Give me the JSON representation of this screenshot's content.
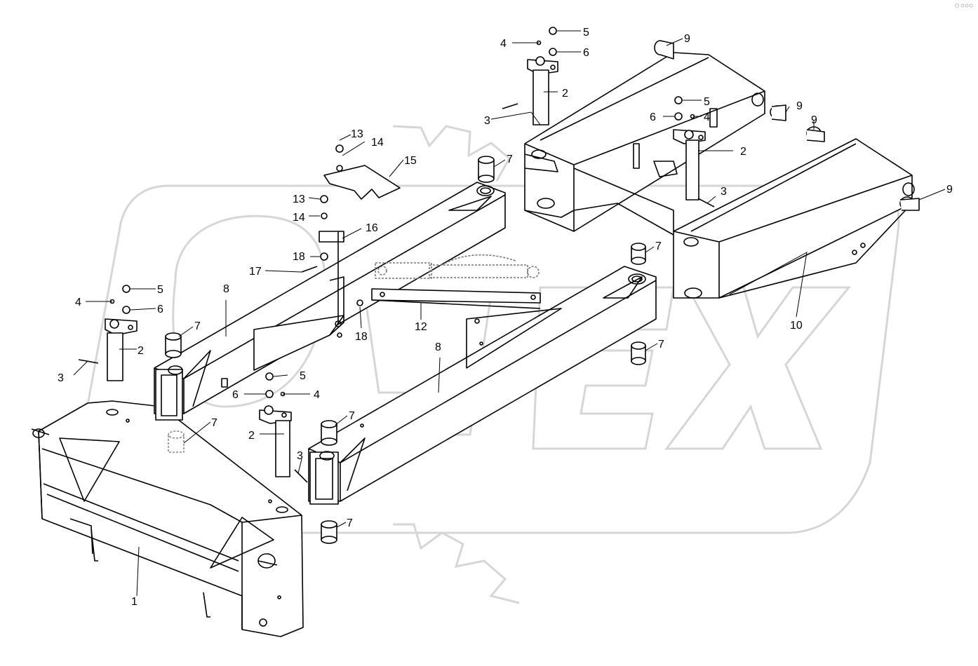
{
  "watermark": {
    "text": "OPEX",
    "color": "#d8d8d8"
  },
  "colors": {
    "line": "#000000",
    "background": "#ffffff",
    "hidden": "#888888"
  },
  "callouts": [
    "1",
    "2",
    "2",
    "2",
    "2",
    "3",
    "3",
    "3",
    "3",
    "4",
    "4",
    "4",
    "4",
    "5",
    "5",
    "5",
    "5",
    "6",
    "6",
    "6",
    "6",
    "7",
    "7",
    "7",
    "7",
    "7",
    "7",
    "7",
    "8",
    "8",
    "9",
    "9",
    "9",
    "9",
    "10",
    "12",
    "13",
    "13",
    "14",
    "14",
    "15",
    "16",
    "17",
    "18",
    "18"
  ]
}
